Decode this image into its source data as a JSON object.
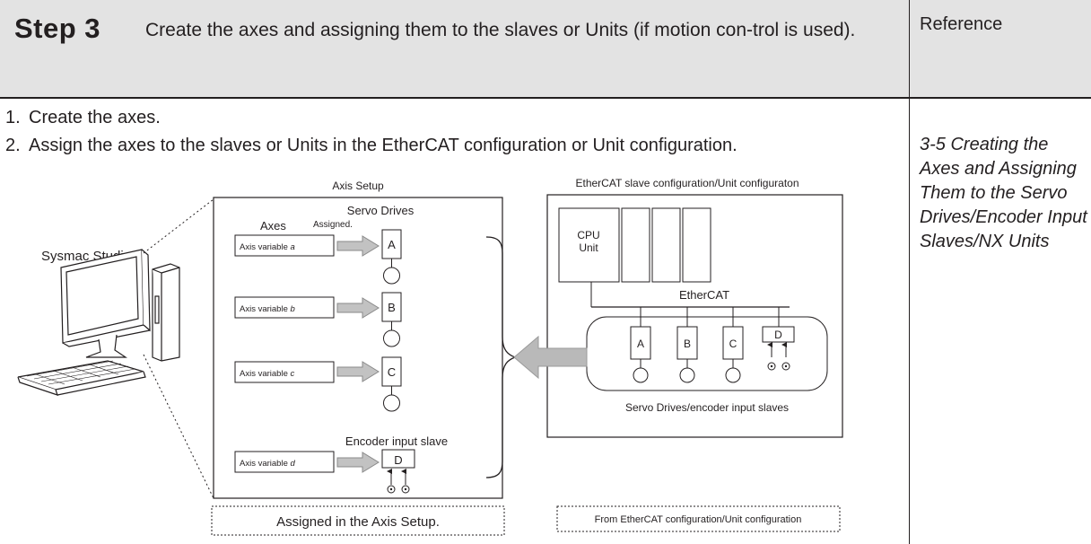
{
  "header": {
    "step": "Step 3",
    "description": "Create the axes and assigning them to the slaves or Units (if motion con-trol is used).",
    "reference_heading": "Reference"
  },
  "instructions": [
    {
      "number": "1.",
      "text": "Create the axes."
    },
    {
      "number": "2.",
      "text": "Assign the axes to the slaves or Units in the EtherCAT configuration or Unit configuration."
    }
  ],
  "reference": "3-5 Creating the Axes and Assigning Them to the Servo Drives/Encoder Input Slaves/NX Units",
  "diagram": {
    "computer_label": "Sysmac Studio",
    "axis_setup": {
      "title": "Axis Setup",
      "axes_label": "Axes",
      "assigned_label": "Assigned.",
      "servo_drives_label": "Servo Drives",
      "encoder_label": "Encoder input slave",
      "caption": "Assigned in the Axis Setup.",
      "rows": [
        {
          "prefix": "Axis variable ",
          "var": "a",
          "slave": "A"
        },
        {
          "prefix": "Axis variable ",
          "var": "b",
          "slave": "B"
        },
        {
          "prefix": "Axis variable ",
          "var": "c",
          "slave": "C"
        },
        {
          "prefix": "Axis variable ",
          "var": "d",
          "slave": "D"
        }
      ]
    },
    "ethercat": {
      "title": "EtherCAT slave configuration/Unit configuraton",
      "cpu_label": "CPU Unit",
      "bus_label": "EtherCAT",
      "slaves_label": "Servo Drives/encoder input slaves",
      "slaves": [
        "A",
        "B",
        "C",
        "D"
      ],
      "caption": "From EtherCAT configuration/Unit configuration"
    }
  }
}
